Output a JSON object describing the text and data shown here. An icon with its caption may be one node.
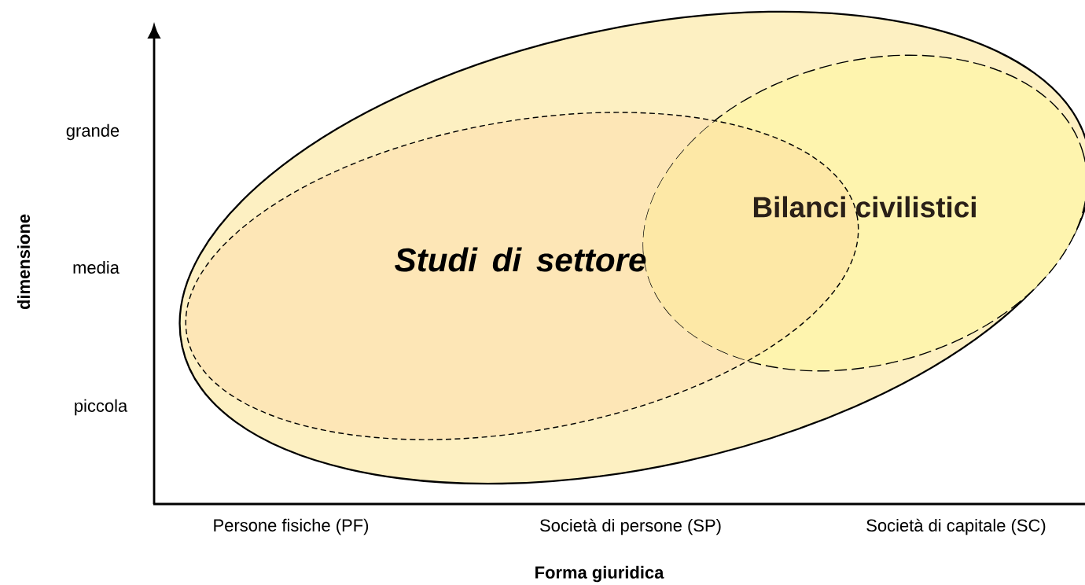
{
  "diagram": {
    "nodes": [
      {
        "text": [],
        "shape": "ellipse"
      },
      {
        "text": [
          "Studi di settore"
        ],
        "in": 0
      },
      {
        "text": [
          "Bilanci civilistici"
        ],
        "in": 0
      }
    ],
    "labels": [
      "grande",
      "media",
      "piccola",
      "dimensione",
      "Persone fisiche (PF)",
      "Società di persone (SP)",
      "Società di capitale (SC)",
      "Forma giuridica"
    ]
  }
}
